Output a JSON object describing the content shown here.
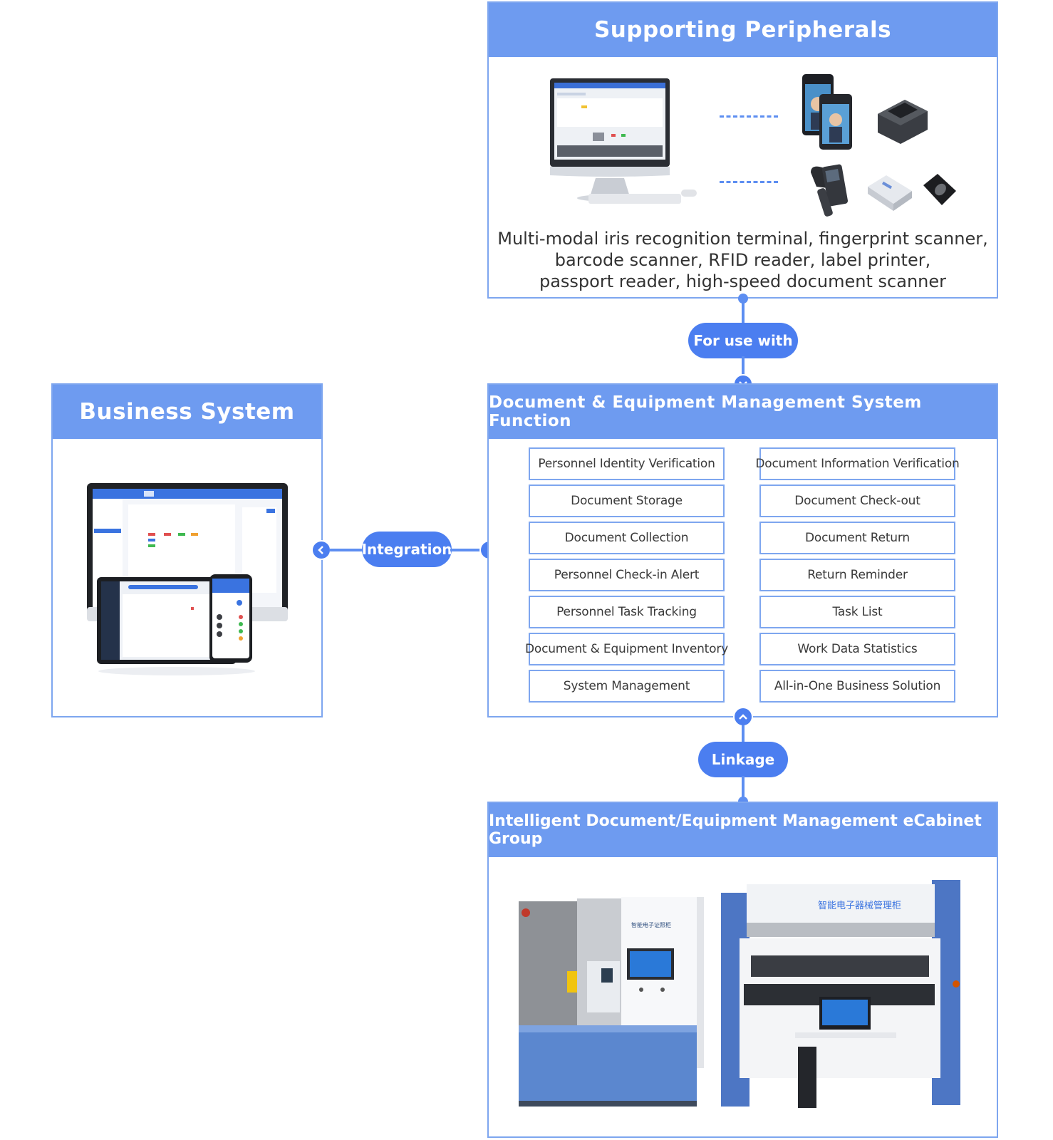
{
  "colors": {
    "accent": "#4b7ef0",
    "panel_header": "#6e9bf0",
    "border": "#7ea6ef"
  },
  "supporting_peripherals": {
    "title": "Supporting Peripherals",
    "description_lines": [
      "Multi-modal iris recognition terminal, fingerprint scanner,",
      "barcode scanner, RFID reader, label printer,",
      "passport reader, high-speed document scanner"
    ]
  },
  "business_system": {
    "title": "Business System"
  },
  "function_panel": {
    "title": "Document & Equipment Management System Function",
    "left_items": [
      "Personnel Identity Verification",
      "Document Storage",
      "Document Collection",
      "Personnel Check-in Alert",
      "Personnel Task Tracking",
      "Document & Equipment Inventory",
      "System Management"
    ],
    "right_items": [
      "Document Information Verification",
      "Document Check-out",
      "Document Return",
      "Return Reminder",
      "Task List",
      "Work Data Statistics",
      "All-in-One Business Solution"
    ]
  },
  "cabinet_group": {
    "title": "Intelligent Document/Equipment Management eCabinet Group",
    "cabinet1_label": "智能电子证照柜",
    "cabinet2_label": "智能电子器械管理柜"
  },
  "connectors": {
    "for_use_with": "For use with",
    "integration": "Integration",
    "linkage": "Linkage"
  }
}
